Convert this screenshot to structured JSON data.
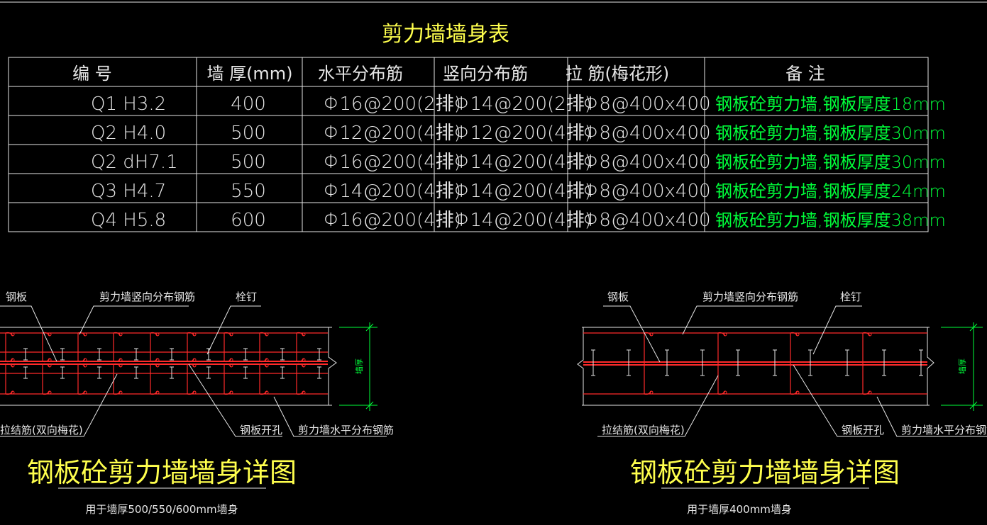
{
  "title": "剪力墙墙身表",
  "table": {
    "headers": [
      "编 号",
      "墙 厚(mm)",
      "水平分布筋",
      "竖向分布筋",
      "拉 筋(梅花形)",
      "备 注"
    ],
    "rows": [
      [
        "Q1  H3.2",
        "400",
        "Φ16@200(2排)",
        "Φ14@200(2排)",
        "Φ8@400x400",
        "钢板砼剪力墙,钢板厚度18mm"
      ],
      [
        "Q2  H4.0",
        "500",
        "Φ12@200(4排)",
        "Φ12@200(4排)",
        "Φ8@400x400",
        "钢板砼剪力墙,钢板厚度30mm"
      ],
      [
        "Q2 dH7.1",
        "500",
        "Φ16@200(4排)",
        "Φ14@200(4排)",
        "Φ8@400x400",
        "钢板砼剪力墙,钢板厚度30mm"
      ],
      [
        "Q3  H4.7",
        "550",
        "Φ14@200(4排)",
        "Φ14@200(4排)",
        "Φ8@400x400",
        "钢板砼剪力墙,钢板厚度24mm"
      ],
      [
        "Q4  H5.8",
        "600",
        "Φ16@200(4排)",
        "Φ14@200(4排)",
        "Φ8@400x400",
        "钢板砼剪力墙,钢板厚度38mm"
      ]
    ]
  },
  "left_detail": {
    "label_plate": "钢板",
    "label_vertical": "剪力墙竖向分布钢筋",
    "label_stud": "栓钉",
    "label_tie": "拉结筋(双向梅花)",
    "label_hole": "钢板开孔",
    "label_horizontal": "剪力墙水平分布钢筋",
    "dim_text": "墙厚",
    "title": "钢板砼剪力墙墙身详图",
    "subtitle": "用于墙厚500/550/600mm墙身"
  },
  "right_detail": {
    "label_plate": "钢板",
    "label_vertical": "剪力墙竖向分布钢筋",
    "label_stud": "栓钉",
    "label_tie": "拉结筋(双向梅花)",
    "label_hole": "钢板开孔",
    "label_horizontal": "剪力墙水平分布钢筋",
    "dim_text": "墙厚",
    "title": "钢板砼剪力墙墙身详图",
    "subtitle": "用于墙厚400mm墙身"
  },
  "colors": {
    "background": "#000000",
    "title": "#ffff4d",
    "text": "#e6e6e6",
    "remark": "#00ff3a",
    "rebar": "#ff2a2a"
  }
}
